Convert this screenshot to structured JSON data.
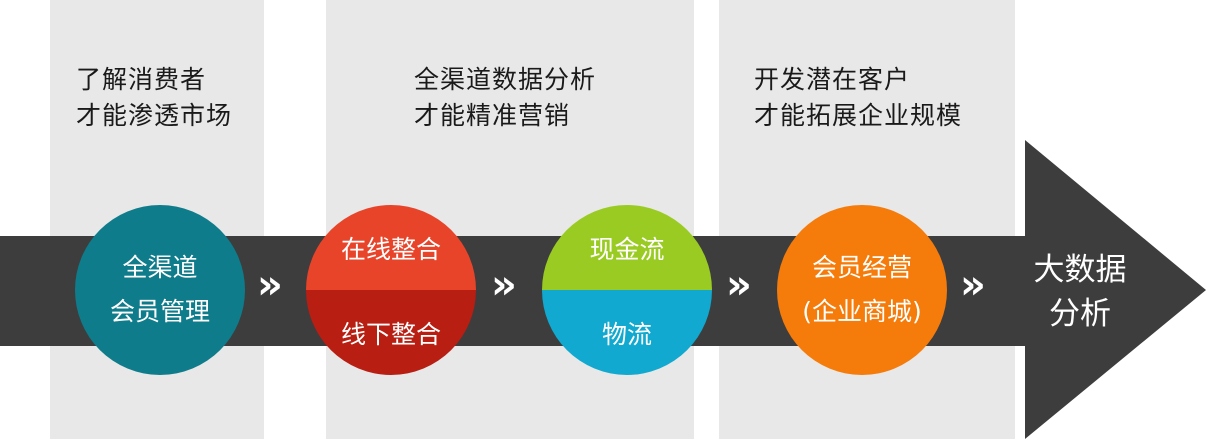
{
  "panels": [
    {
      "caption_line1": "了解消费者",
      "caption_line2": "才能渗透市场"
    },
    {
      "caption_line1": "全渠道数据分析",
      "caption_line2": "才能精准营销"
    },
    {
      "caption_line1": "开发潜在客户",
      "caption_line2": "才能拓展企业规模"
    }
  ],
  "stages": [
    {
      "line1": "全渠道",
      "line2": "会员管理",
      "color": "#0f7c8c"
    },
    {
      "top": "在线整合",
      "bottom": "线下整合",
      "top_color": "#e8442a",
      "bottom_color": "#b81e12"
    },
    {
      "top": "现金流",
      "bottom": "物流",
      "top_color": "#9acb22",
      "bottom_color": "#11a9cf"
    },
    {
      "line1": "会员经营",
      "line2": "(企业商城)",
      "color": "#f57b0a"
    }
  ],
  "connector": "»",
  "end_label": {
    "line1": "大数据",
    "line2": "分析"
  },
  "colors": {
    "arrow": "#3d3d3d",
    "panel": "#e8e8e8"
  }
}
